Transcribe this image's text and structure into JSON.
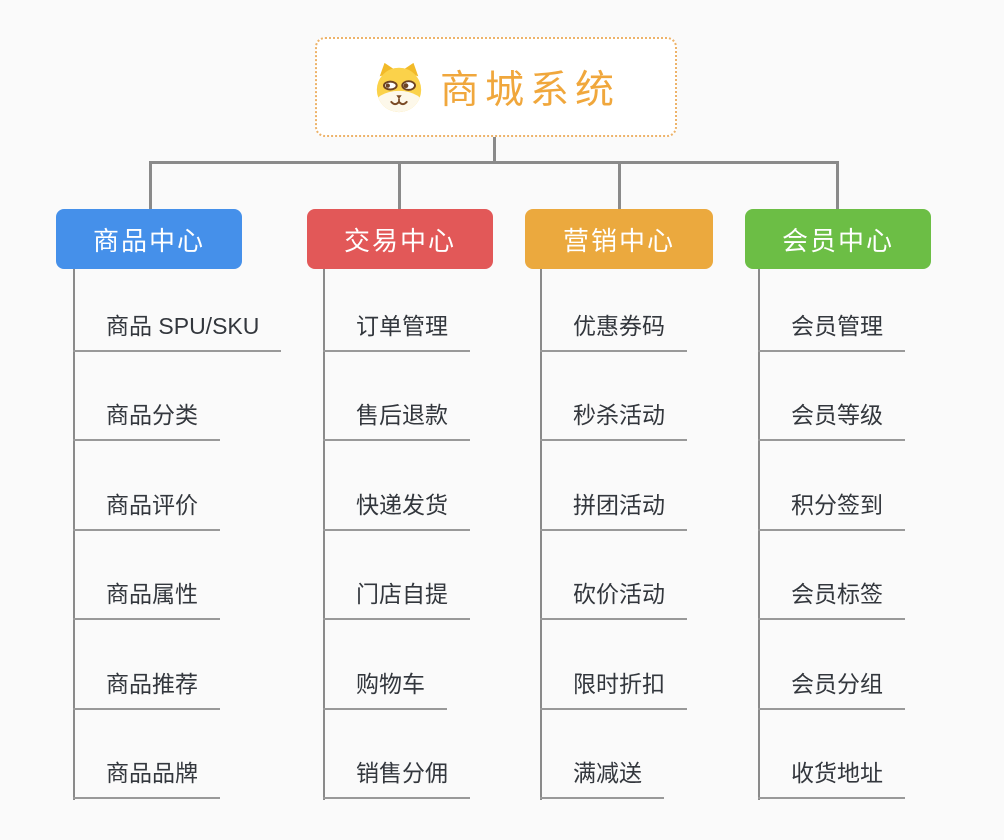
{
  "root": {
    "title": "商城系统",
    "icon": "dog-icon"
  },
  "branches": [
    {
      "title": "商品中心",
      "color": "#4590ea",
      "items": [
        "商品 SPU/SKU",
        "商品分类",
        "商品评价",
        "商品属性",
        "商品推荐",
        "商品品牌"
      ]
    },
    {
      "title": "交易中心",
      "color": "#e25858",
      "items": [
        "订单管理",
        "售后退款",
        "快递发货",
        "门店自提",
        "购物车",
        "销售分佣"
      ]
    },
    {
      "title": "营销中心",
      "color": "#eba93e",
      "items": [
        "优惠券码",
        "秒杀活动",
        "拼团活动",
        "砍价活动",
        "限时折扣",
        "满减送"
      ]
    },
    {
      "title": "会员中心",
      "color": "#6cbe45",
      "items": [
        "会员管理",
        "会员等级",
        "积分签到",
        "会员标签",
        "会员分组",
        "收货地址"
      ]
    }
  ],
  "colors": {
    "background": "#fafafa",
    "connector": "#8a8a8a",
    "underline": "#999999",
    "item_text": "#33373d",
    "root_text": "#f0a73c",
    "root_border": "#edb36a",
    "branch_text": "#ffffff"
  }
}
